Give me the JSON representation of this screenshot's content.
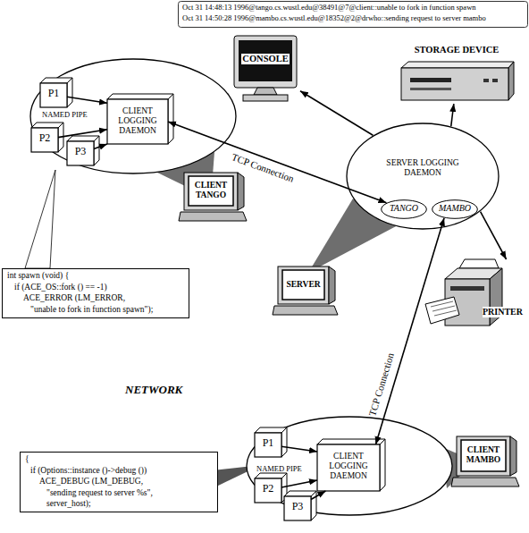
{
  "diagram": {
    "nodes": [
      {
        "text": [
          "Oct 31 14:48:13 1996@tango.cs.wustl.edu@38491@7@client::unable to fork in function spawn",
          "Oct 31 14:50:28 1996@mambo.cs.wustl.edu@18352@2@drwho::sending request to server mambo"
        ]
      },
      {
        "text": [
          "CONSOLE"
        ]
      },
      {
        "text": [
          "STORAGE DEVICE"
        ]
      },
      {
        "text": [
          "NAMED PIPE"
        ]
      },
      {
        "text": [
          "P1"
        ],
        "in": 3
      },
      {
        "text": [
          "CLIENT LOGGING DAEMON"
        ],
        "in": 3
      },
      {
        "text": [
          "P2"
        ],
        "in": 3
      },
      {
        "text": [
          "P3"
        ],
        "in": 3
      },
      {
        "text": [
          "CLIENT TANGO"
        ]
      },
      {
        "text": [
          "SERVER LOGGING DAEMON"
        ]
      },
      {
        "text": [
          "TANGO"
        ],
        "in": 9
      },
      {
        "text": [
          "MAMBO"
        ],
        "in": 9
      },
      {
        "text": [
          "int spawn (void) {",
          "if (ACE_OS::fork () == -1)",
          "ACE_ERROR (LM_ERROR,",
          "\"unable to fork in function spawn\");"
        ]
      },
      {
        "text": [
          "SERVER"
        ]
      },
      {
        "text": [
          "PRINTER"
        ]
      },
      {
        "text": [
          "{",
          "if (Options::instance ()->debug ())",
          "ACE_DEBUG (LM_DEBUG,",
          "\"sending request to server %s\",",
          "server_host);"
        ]
      },
      {
        "text": [
          "NAMED PIPE"
        ]
      },
      {
        "text": [
          "P1"
        ],
        "in": 16
      },
      {
        "text": [
          "CLIENT LOGGING DAEMON"
        ],
        "in": 16
      },
      {
        "text": [
          "P2"
        ],
        "in": 16
      },
      {
        "text": [
          "P3"
        ],
        "in": 16
      },
      {
        "text": [
          "CLIENT MAMBO"
        ]
      }
    ],
    "edges": [
      {
        "from": 4,
        "to": 5,
        "arrow": "to"
      },
      {
        "from": 6,
        "to": 5,
        "arrow": "to"
      },
      {
        "from": 7,
        "to": 5,
        "arrow": "to"
      },
      {
        "from": 5,
        "to": 10,
        "arrow": "both",
        "label": "TCP Connection"
      },
      {
        "from": 9,
        "to": 1,
        "arrow": "to"
      },
      {
        "from": 9,
        "to": 2,
        "arrow": "to"
      },
      {
        "from": 9,
        "to": 14,
        "arrow": "to"
      },
      {
        "from": 17,
        "to": 18,
        "arrow": "to"
      },
      {
        "from": 19,
        "to": 18,
        "arrow": "to"
      },
      {
        "from": 20,
        "to": 18,
        "arrow": "to"
      },
      {
        "from": 18,
        "to": 11,
        "arrow": "both",
        "label": "TCP Connection"
      }
    ],
    "labels": [
      "NETWORK"
    ]
  }
}
